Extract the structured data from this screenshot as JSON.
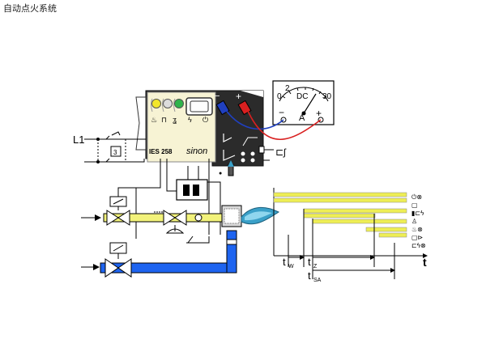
{
  "page": {
    "title": "自动点火系统"
  },
  "controller": {
    "model": "IES 258",
    "brand": "sinon",
    "power_terminal": "+",
    "ground_terminal": "−"
  },
  "supply": {
    "line_label": "L1"
  },
  "ammeter": {
    "dc_label": "DC",
    "unit_label": "A",
    "scale_min": "0",
    "scale_mid": "2",
    "scale_max": "30",
    "minus_label": "−",
    "plus_label": "+"
  },
  "timing": {
    "tw_main": "t",
    "tw_sub": "W",
    "tz_main": "t",
    "tz_sub": "Z",
    "tsa_main": "t",
    "tsa_sub": "SA",
    "axis_label": "t"
  },
  "colors": {
    "gas_line": "#f2f27a",
    "air_line": "#1e64f0",
    "timing_bar": "#eeee55",
    "controller_body": "#2b2b2b",
    "flame": "#3aa0c8",
    "red_wire": "#d92020",
    "blue_wire": "#2040c0"
  }
}
